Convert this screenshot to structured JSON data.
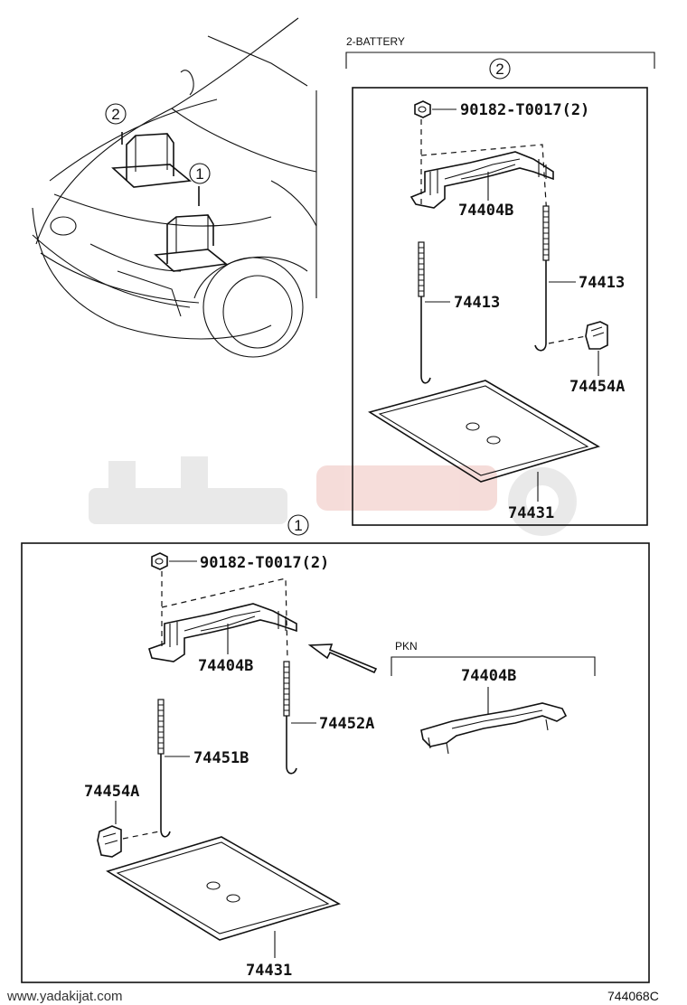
{
  "diagram": {
    "section_battery_label": "2-BATTERY",
    "variant_pkn_label": "PKN",
    "markers": {
      "one": "1",
      "two": "2"
    },
    "section2_parts": {
      "nut": "90182-T0017(2)",
      "clamp": "74404B",
      "rod_left": "74413",
      "rod_right": "74413",
      "bracket": "74454A",
      "tray": "74431"
    },
    "section1_parts": {
      "nut": "90182-T0017(2)",
      "clamp": "74404B",
      "rod_right": "74452A",
      "rod_left": "74451B",
      "bracket": "74454A",
      "tray": "74431",
      "pkn_clamp": "74404B"
    },
    "watermark_url": "www.yadakijat.com",
    "diagram_code": "744068C"
  }
}
